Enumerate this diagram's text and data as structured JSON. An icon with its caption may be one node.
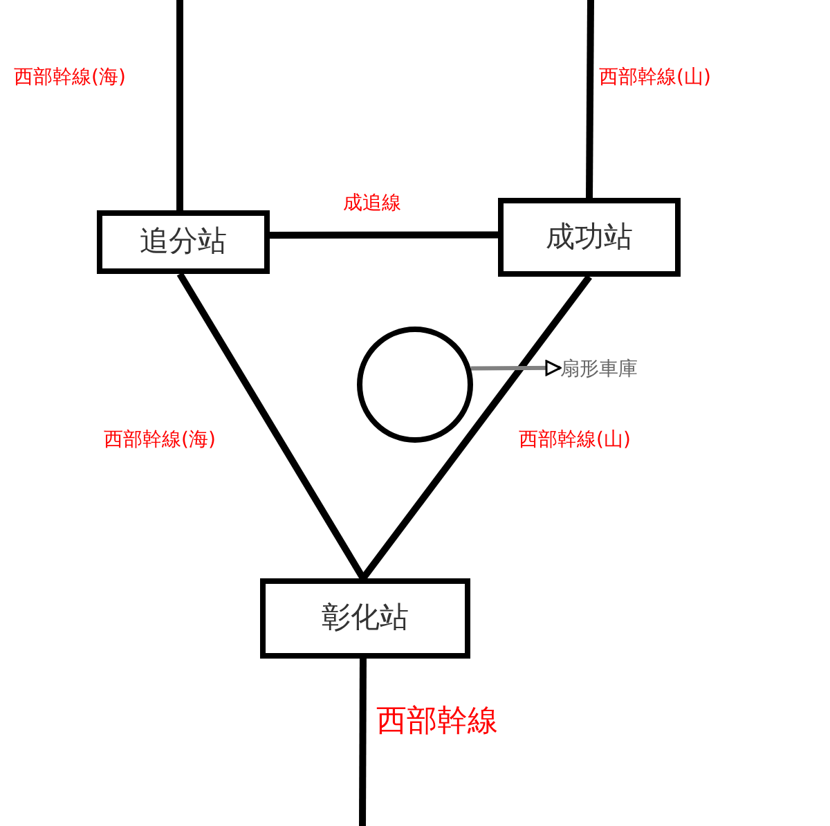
{
  "diagram": {
    "nodes": [
      {
        "text": [
          "追分站"
        ]
      },
      {
        "text": [
          "成功站"
        ]
      },
      {
        "text": [
          "彰化站"
        ]
      },
      {
        "text": [],
        "shape": "circle"
      },
      {
        "text": [
          "扇形車庫"
        ]
      }
    ],
    "edges": [
      {
        "from": null,
        "to": 0,
        "arrow": "none",
        "label": "西部幹線(海)"
      },
      {
        "from": null,
        "to": 1,
        "arrow": "none",
        "label": "西部幹線(山)"
      },
      {
        "from": 0,
        "to": 1,
        "arrow": "none",
        "label": "成追線"
      },
      {
        "from": 0,
        "to": 2,
        "arrow": "none",
        "label": "西部幹線(海)"
      },
      {
        "from": 1,
        "to": 2,
        "arrow": "none",
        "label": "西部幹線(山)"
      },
      {
        "from": 2,
        "to": null,
        "arrow": "none",
        "label": "西部幹線"
      },
      {
        "from": 3,
        "to": 4,
        "arrow": "to",
        "color": "#808080"
      }
    ]
  }
}
